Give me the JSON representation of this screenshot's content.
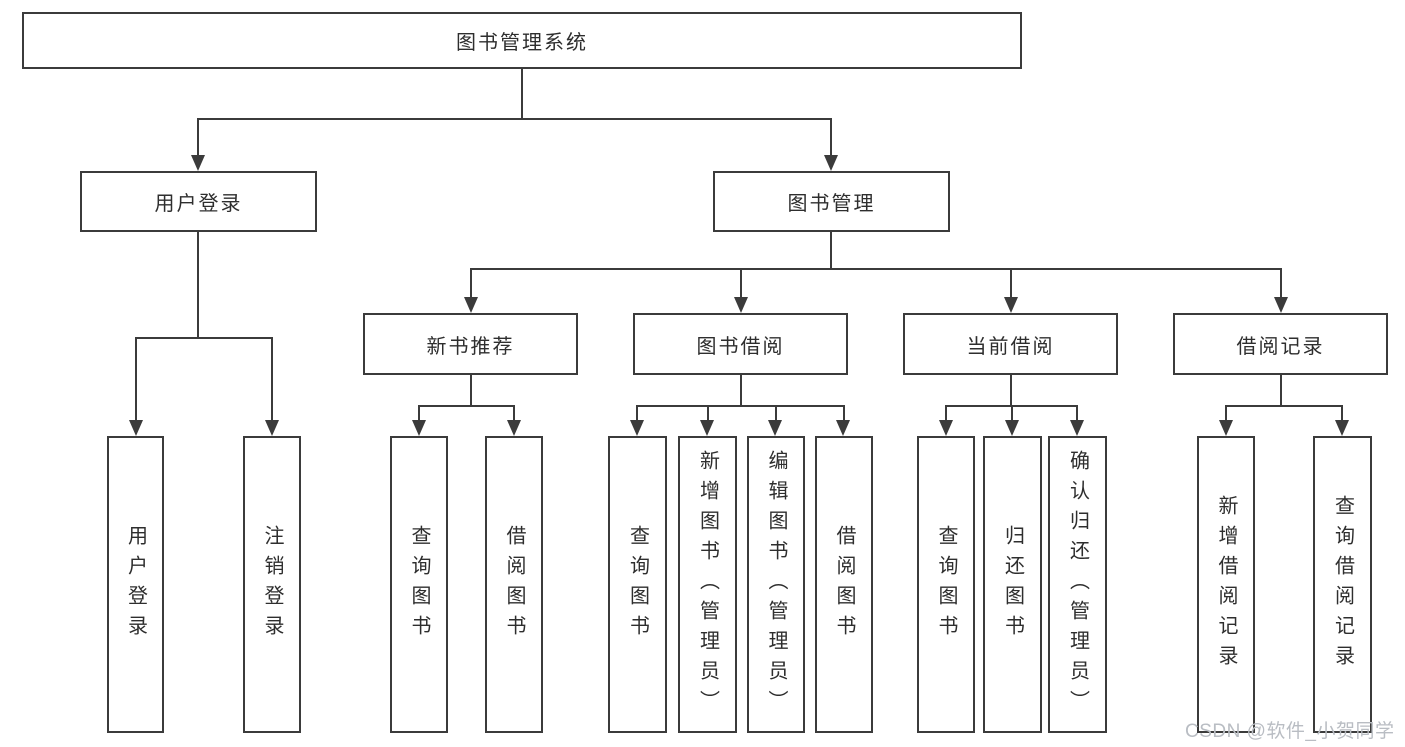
{
  "diagram": {
    "title": "图书管理系统",
    "nodes": {
      "user_login": {
        "label": "用户登录",
        "children": [
          "用户登录",
          "注销登录"
        ]
      },
      "book_mgmt": {
        "label": "图书管理"
      },
      "new_books": {
        "label": "新书推荐",
        "children": [
          "查询图书",
          "借阅图书"
        ]
      },
      "borrow": {
        "label": "图书借阅",
        "children": [
          "查询图书",
          "新增图书（管理员）",
          "编辑图书（管理员）",
          "借阅图书"
        ]
      },
      "current": {
        "label": "当前借阅",
        "children": [
          "查询图书",
          "归还图书",
          "确认归还（管理员）"
        ]
      },
      "records": {
        "label": "借阅记录",
        "children": [
          "新增借阅记录",
          "查询借阅记录"
        ]
      }
    }
  },
  "watermark": "CSDN @软件_小贺同学",
  "colors": {
    "line": "#3b3b3b",
    "text": "#2e2e2e",
    "watermark": "#b9bdc3",
    "background": "#ffffff"
  }
}
